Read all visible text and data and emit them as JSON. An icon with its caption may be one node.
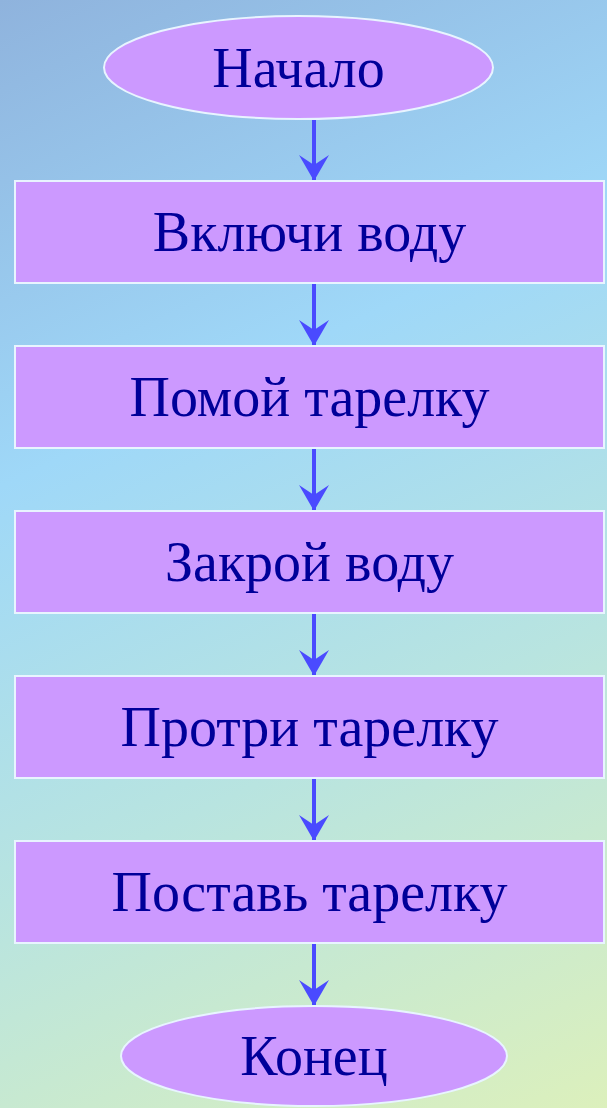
{
  "diagram": {
    "nodes": [
      {
        "text": [
          "Начало"
        ]
      },
      {
        "text": [
          "Включи воду"
        ]
      },
      {
        "text": [
          "Помой тарелку"
        ]
      },
      {
        "text": [
          "Закрой воду"
        ]
      },
      {
        "text": [
          "Протри тарелку"
        ]
      },
      {
        "text": [
          "Поставь тарелку"
        ]
      },
      {
        "text": [
          "Конец"
        ]
      }
    ],
    "edges": [
      {
        "from": 0,
        "to": 1,
        "arrow": "to"
      },
      {
        "from": 1,
        "to": 2,
        "arrow": "to"
      },
      {
        "from": 2,
        "to": 3,
        "arrow": "to"
      },
      {
        "from": 3,
        "to": 4,
        "arrow": "to"
      },
      {
        "from": 4,
        "to": 5,
        "arrow": "to"
      },
      {
        "from": 5,
        "to": 6,
        "arrow": "to"
      }
    ]
  }
}
